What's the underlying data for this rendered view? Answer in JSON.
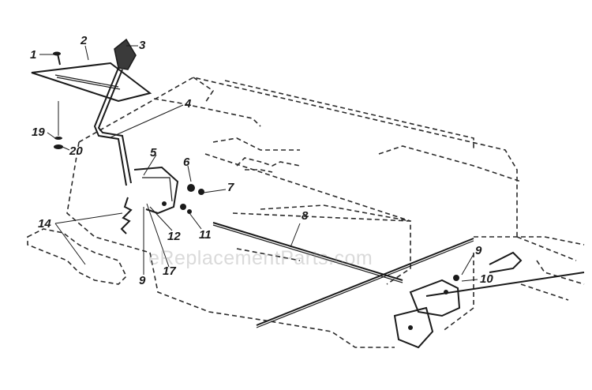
{
  "watermark": "eReplacementParts.com",
  "labels": {
    "l1": "1",
    "l2": "2",
    "l3": "3",
    "l4": "4",
    "l5": "5",
    "l6": "6",
    "l7": "7",
    "l8": "8",
    "l9a": "9",
    "l9b": "9",
    "l10": "10",
    "l11": "11",
    "l12": "12",
    "l14": "14",
    "l17": "17",
    "l19": "19",
    "l20": "20"
  }
}
